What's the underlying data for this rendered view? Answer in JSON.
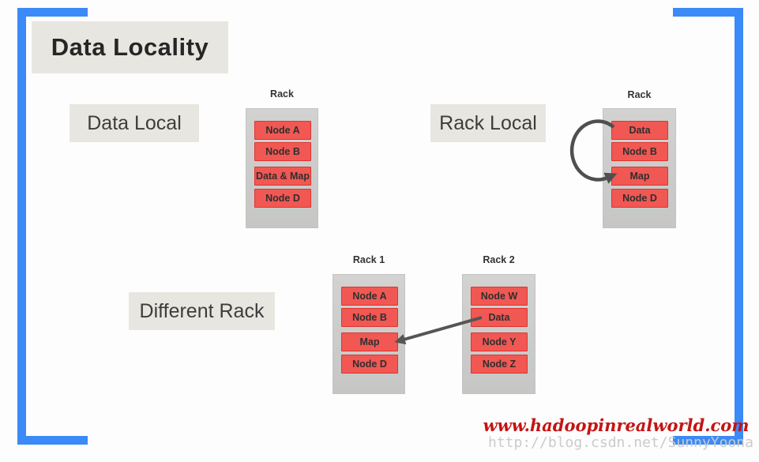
{
  "title": "Data Locality",
  "sections": [
    {
      "label": "Data Local",
      "rack": {
        "title": "Rack",
        "nodes": [
          "Node A",
          "Node B",
          "Data & Map",
          "Node D"
        ]
      }
    },
    {
      "label": "Rack Local",
      "rack": {
        "title": "Rack",
        "nodes": [
          "Data",
          "Node B",
          "Map",
          "Node D"
        ]
      },
      "arrow": {
        "from": "Data",
        "to": "Map",
        "shape": "loop"
      }
    },
    {
      "label": "Different Rack",
      "racks": [
        {
          "title": "Rack 1",
          "nodes": [
            "Node A",
            "Node B",
            "Map",
            "Node D"
          ]
        },
        {
          "title": "Rack 2",
          "nodes": [
            "Node W",
            "Data",
            "Node Y",
            "Node Z"
          ]
        }
      ],
      "arrow": {
        "from": "Data",
        "to": "Map",
        "shape": "straight"
      }
    }
  ],
  "watermarks": {
    "site": "www.hadoopinrealworld.com",
    "blog": "http://blog.csdn.net/SunnyYoona"
  },
  "colors": {
    "frame_blue": "#3b8af7",
    "node_red": "#f15853",
    "node_red_border": "#e0332e",
    "rack_gray": "#cccccb",
    "label_bg": "#e7e6e0",
    "arrow_gray": "#4f4f4f",
    "watermark_red": "#c41414",
    "watermark_gray": "#cbcbcb"
  }
}
